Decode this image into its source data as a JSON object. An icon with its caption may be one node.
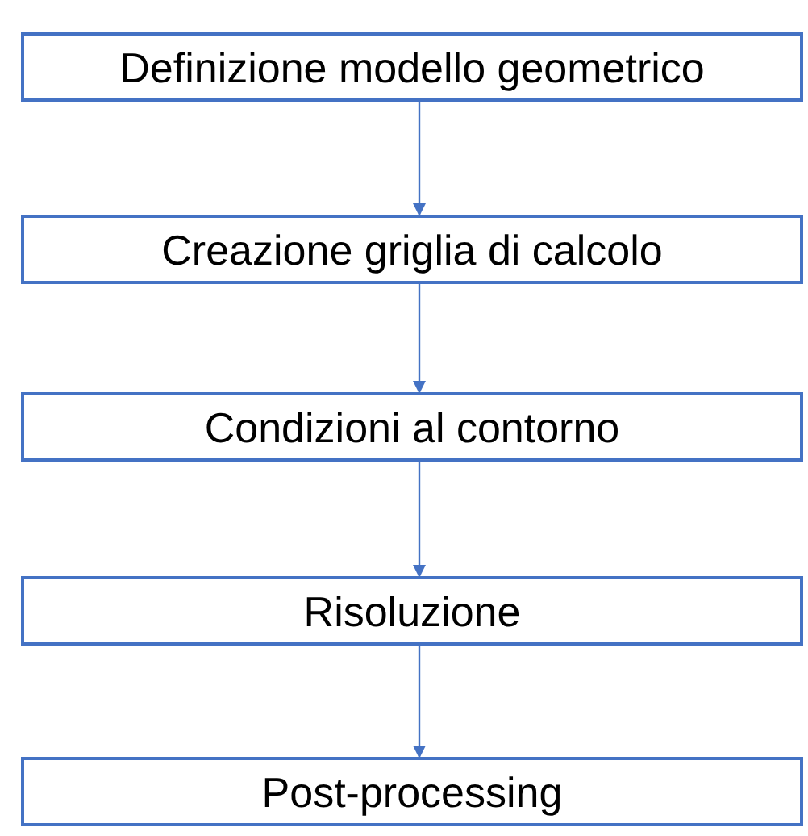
{
  "diagram": {
    "nodes": [
      {
        "text": [
          "Definizione modello geometrico"
        ]
      },
      {
        "text": [
          "Creazione griglia di calcolo"
        ]
      },
      {
        "text": [
          "Condizioni al contorno"
        ]
      },
      {
        "text": [
          "Risoluzione"
        ]
      },
      {
        "text": [
          "Post-processing"
        ]
      }
    ],
    "edges": [
      {
        "from": 0,
        "to": 1,
        "arrow": "to"
      },
      {
        "from": 1,
        "to": 2,
        "arrow": "to"
      },
      {
        "from": 2,
        "to": 3,
        "arrow": "to"
      },
      {
        "from": 3,
        "to": 4,
        "arrow": "to"
      }
    ]
  }
}
